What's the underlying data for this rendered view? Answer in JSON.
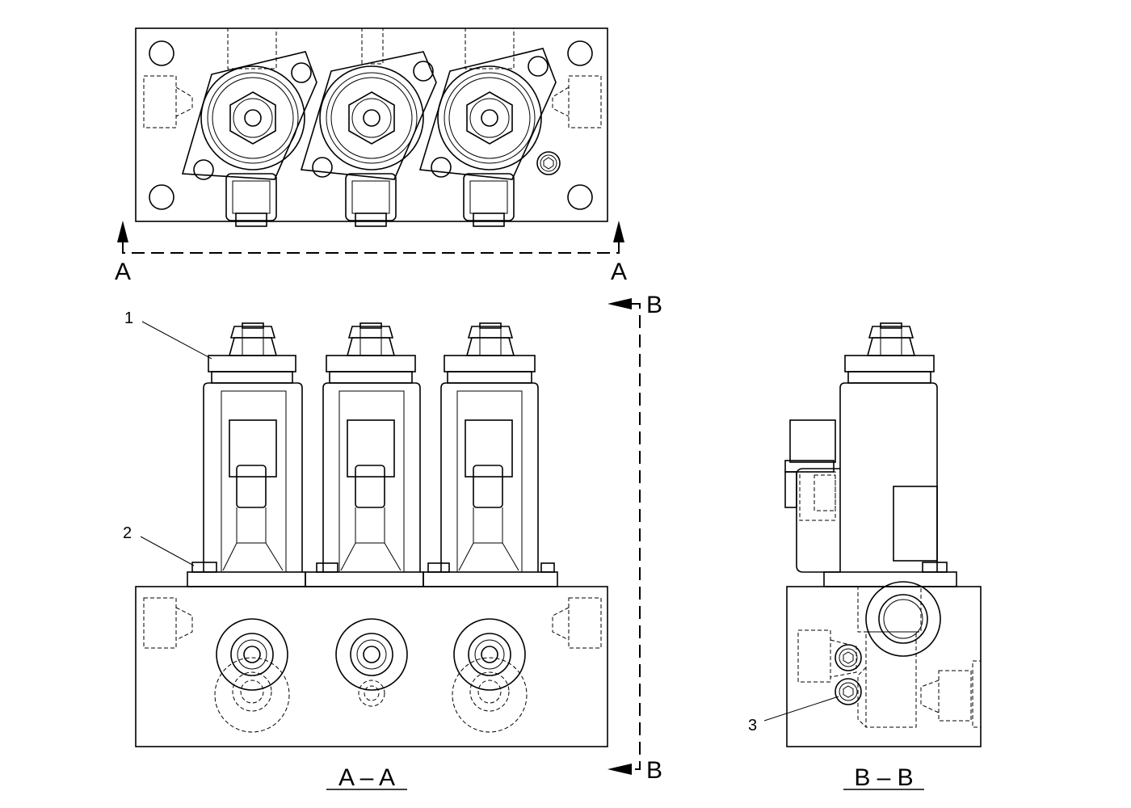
{
  "section_markers": {
    "a_left": "A",
    "a_right": "A",
    "b_top": "B",
    "b_bottom": "B"
  },
  "view_titles": {
    "section_aa": "A – A",
    "section_bb": "B – B"
  },
  "callouts": {
    "c1": "1",
    "c2": "2",
    "c3": "3"
  }
}
